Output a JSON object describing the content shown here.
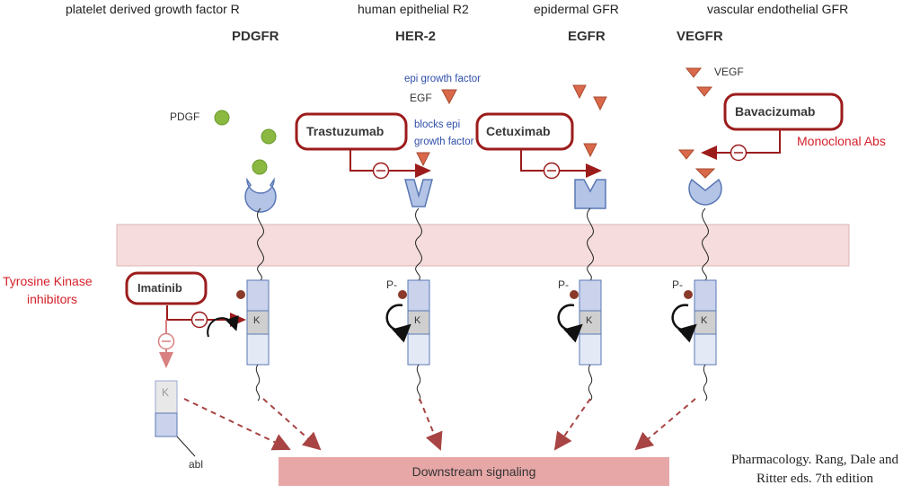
{
  "receptors": {
    "pdgfr": {
      "long_name": "platelet derived growth factor R",
      "short_name": "PDGFR"
    },
    "her2": {
      "long_name": "human epithelial R2",
      "short_name": "HER-2"
    },
    "egfr": {
      "long_name": "epidermal GFR",
      "short_name": "EGFR"
    },
    "vegfr": {
      "long_name": "vascular endothelial GFR",
      "short_name": "VEGFR"
    }
  },
  "ligands": {
    "pdgf": "PDGF",
    "egf": "EGF",
    "egf_note": "epi growth factor",
    "vegf": "VEGF"
  },
  "drugs": {
    "trastuzumab": "Trastuzumab",
    "trastuzumab_note_1": "blocks epi",
    "trastuzumab_note_2": "growth factor",
    "cetuximab": "Cetuximab",
    "bavacizumab": "Bavacizumab",
    "imatinib": "Imatinib"
  },
  "class_labels": {
    "monoclonal": "Monoclonal Abs",
    "tki_line1": "Tyrosine Kinase",
    "tki_line2": "inhibitors"
  },
  "kinase_label": "K",
  "phospho_label": "P-",
  "abl_label": "abl",
  "downstream_label": "Downstream signaling",
  "citation": {
    "line1": "Pharmacology. Rang, Dale and",
    "line2": "Ritter eds. 7th edition"
  },
  "colors": {
    "membrane": "#f6dcdc",
    "drug_border": "#9c1c1c",
    "receptor_fill": "#cad2ec",
    "receptor_stroke": "#5a78b5",
    "ligand_green": "#8ab840",
    "ligand_orange": "#d9694a",
    "downstream": "#e7a7a7"
  }
}
